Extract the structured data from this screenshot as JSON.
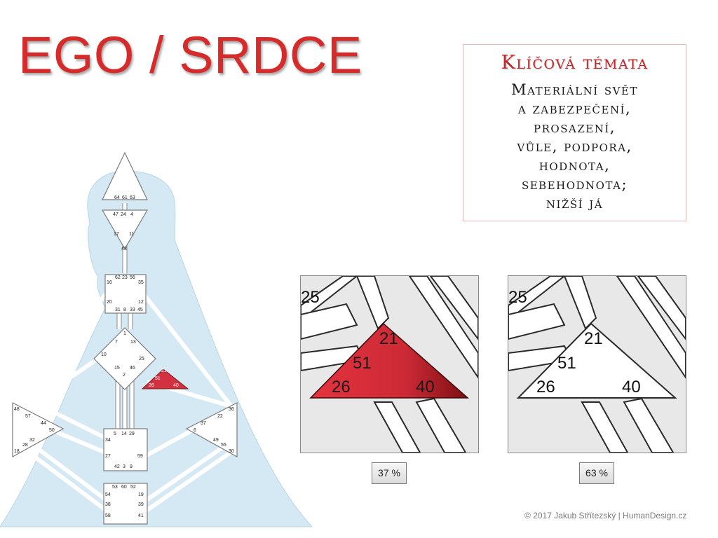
{
  "title": "EGO / SRDCE",
  "card": {
    "heading": "Klíčová témata",
    "lines": [
      "Materiální svět",
      "a zabezpečení,",
      "prosazení,",
      "vůle, podpora,",
      "hodnota,",
      "sebehodnota;",
      "nižší já"
    ]
  },
  "zoom_active": {
    "gates": [
      "25",
      "21",
      "51",
      "26",
      "40"
    ]
  },
  "zoom_inactive": {
    "gates": [
      "25",
      "21",
      "51",
      "26",
      "40"
    ]
  },
  "percent_left": "37 %",
  "percent_right": "63 %",
  "footer": "© 2017 Jakub Střítezský | HumanDesign.cz",
  "colors": {
    "accent": "#d62b2b",
    "ego_fill": "#d33040",
    "silhouette": "#d4e9f3"
  },
  "bodygraph": {
    "head_gates": [
      "64",
      "61",
      "63"
    ],
    "ajna_gates": [
      "47",
      "24",
      "4",
      "17",
      "11",
      "43"
    ],
    "throat_gates": [
      "62",
      "23",
      "56",
      "16",
      "35",
      "20",
      "12",
      "31",
      "8",
      "33",
      "45"
    ],
    "g_gates": [
      "7",
      "1",
      "13",
      "10",
      "25",
      "15",
      "2",
      "46"
    ],
    "ego_gates": [
      "21",
      "51",
      "26",
      "40"
    ],
    "spleen_gates": [
      "48",
      "57",
      "44",
      "50",
      "32",
      "28",
      "18"
    ],
    "sp_gates": [
      "36",
      "22",
      "37",
      "6",
      "49",
      "55",
      "30"
    ],
    "sacral_gates": [
      "5",
      "14",
      "29",
      "34",
      "27",
      "59",
      "42",
      "3",
      "9"
    ],
    "root_gates": [
      "53",
      "60",
      "52",
      "54",
      "19",
      "38",
      "39",
      "58",
      "41"
    ]
  }
}
